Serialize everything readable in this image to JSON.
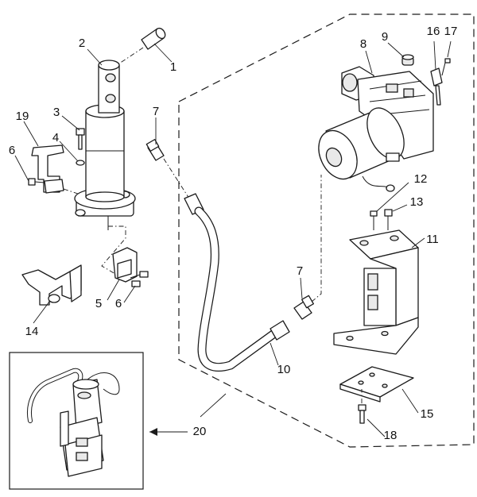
{
  "callouts": [
    {
      "id": "c1",
      "text": "1"
    },
    {
      "id": "c2",
      "text": "2"
    },
    {
      "id": "c3",
      "text": "3"
    },
    {
      "id": "c4",
      "text": "4"
    },
    {
      "id": "c5",
      "text": "5"
    },
    {
      "id": "c6a",
      "text": "6"
    },
    {
      "id": "c6b",
      "text": "6"
    },
    {
      "id": "c7a",
      "text": "7"
    },
    {
      "id": "c7b",
      "text": "7"
    },
    {
      "id": "c8",
      "text": "8"
    },
    {
      "id": "c9",
      "text": "9"
    },
    {
      "id": "c10",
      "text": "10"
    },
    {
      "id": "c11",
      "text": "11"
    },
    {
      "id": "c12",
      "text": "12"
    },
    {
      "id": "c13",
      "text": "13"
    },
    {
      "id": "c14",
      "text": "14"
    },
    {
      "id": "c15",
      "text": "15"
    },
    {
      "id": "c16",
      "text": "16"
    },
    {
      "id": "c17",
      "text": "17"
    },
    {
      "id": "c18",
      "text": "18"
    },
    {
      "id": "c19",
      "text": "19"
    },
    {
      "id": "c20",
      "text": "20"
    }
  ]
}
